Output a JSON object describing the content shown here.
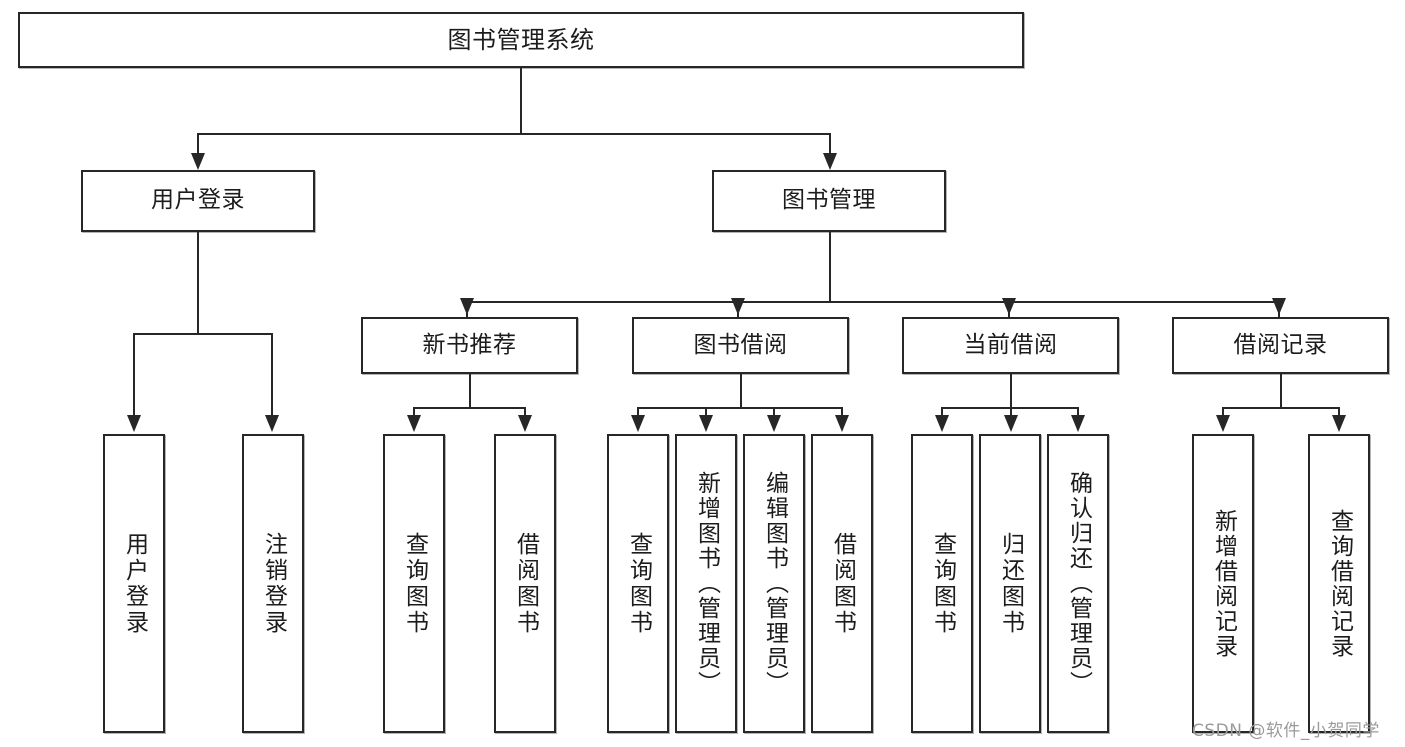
{
  "diagram": {
    "title": "图书管理系统",
    "type": "功能结构图",
    "root": {
      "label": "图书管理系统"
    },
    "level2": [
      {
        "id": "user-login",
        "label": "用户登录"
      },
      {
        "id": "book-management",
        "label": "图书管理"
      }
    ],
    "level3": [
      {
        "id": "new-book-recommend",
        "label": "新书推荐"
      },
      {
        "id": "book-borrow",
        "label": "图书借阅"
      },
      {
        "id": "current-borrow",
        "label": "当前借阅"
      },
      {
        "id": "borrow-record",
        "label": "借阅记录"
      }
    ],
    "leaves": {
      "user_login": [
        {
          "id": "user-login-leaf",
          "label": "用户登录"
        },
        {
          "id": "user-logout-leaf",
          "label": "注销登录"
        }
      ],
      "new_book_recommend": [
        {
          "id": "query-book-1",
          "label": "查询图书"
        },
        {
          "id": "borrow-book-1",
          "label": "借阅图书"
        }
      ],
      "book_borrow": [
        {
          "id": "query-book-2",
          "label": "查询图书"
        },
        {
          "id": "add-book",
          "label": "新增图书（管理员）"
        },
        {
          "id": "edit-book",
          "label": "编辑图书（管理员）"
        },
        {
          "id": "borrow-book-2",
          "label": "借阅图书"
        }
      ],
      "current_borrow": [
        {
          "id": "query-book-3",
          "label": "查询图书"
        },
        {
          "id": "return-book",
          "label": "归还图书"
        },
        {
          "id": "confirm-return",
          "label": "确认归还（管理员）"
        }
      ],
      "borrow_record": [
        {
          "id": "add-borrow-record",
          "label": "新增借阅记录"
        },
        {
          "id": "query-borrow-record",
          "label": "查询借阅记录"
        }
      ]
    }
  },
  "watermark": {
    "text": "CSDN @软件_小贺同学"
  },
  "colors": {
    "box_border": "#272727",
    "box_fill": "#ffffff",
    "connector": "#272727",
    "text": "#1c1c1c",
    "watermark": "#9b9b9b"
  }
}
